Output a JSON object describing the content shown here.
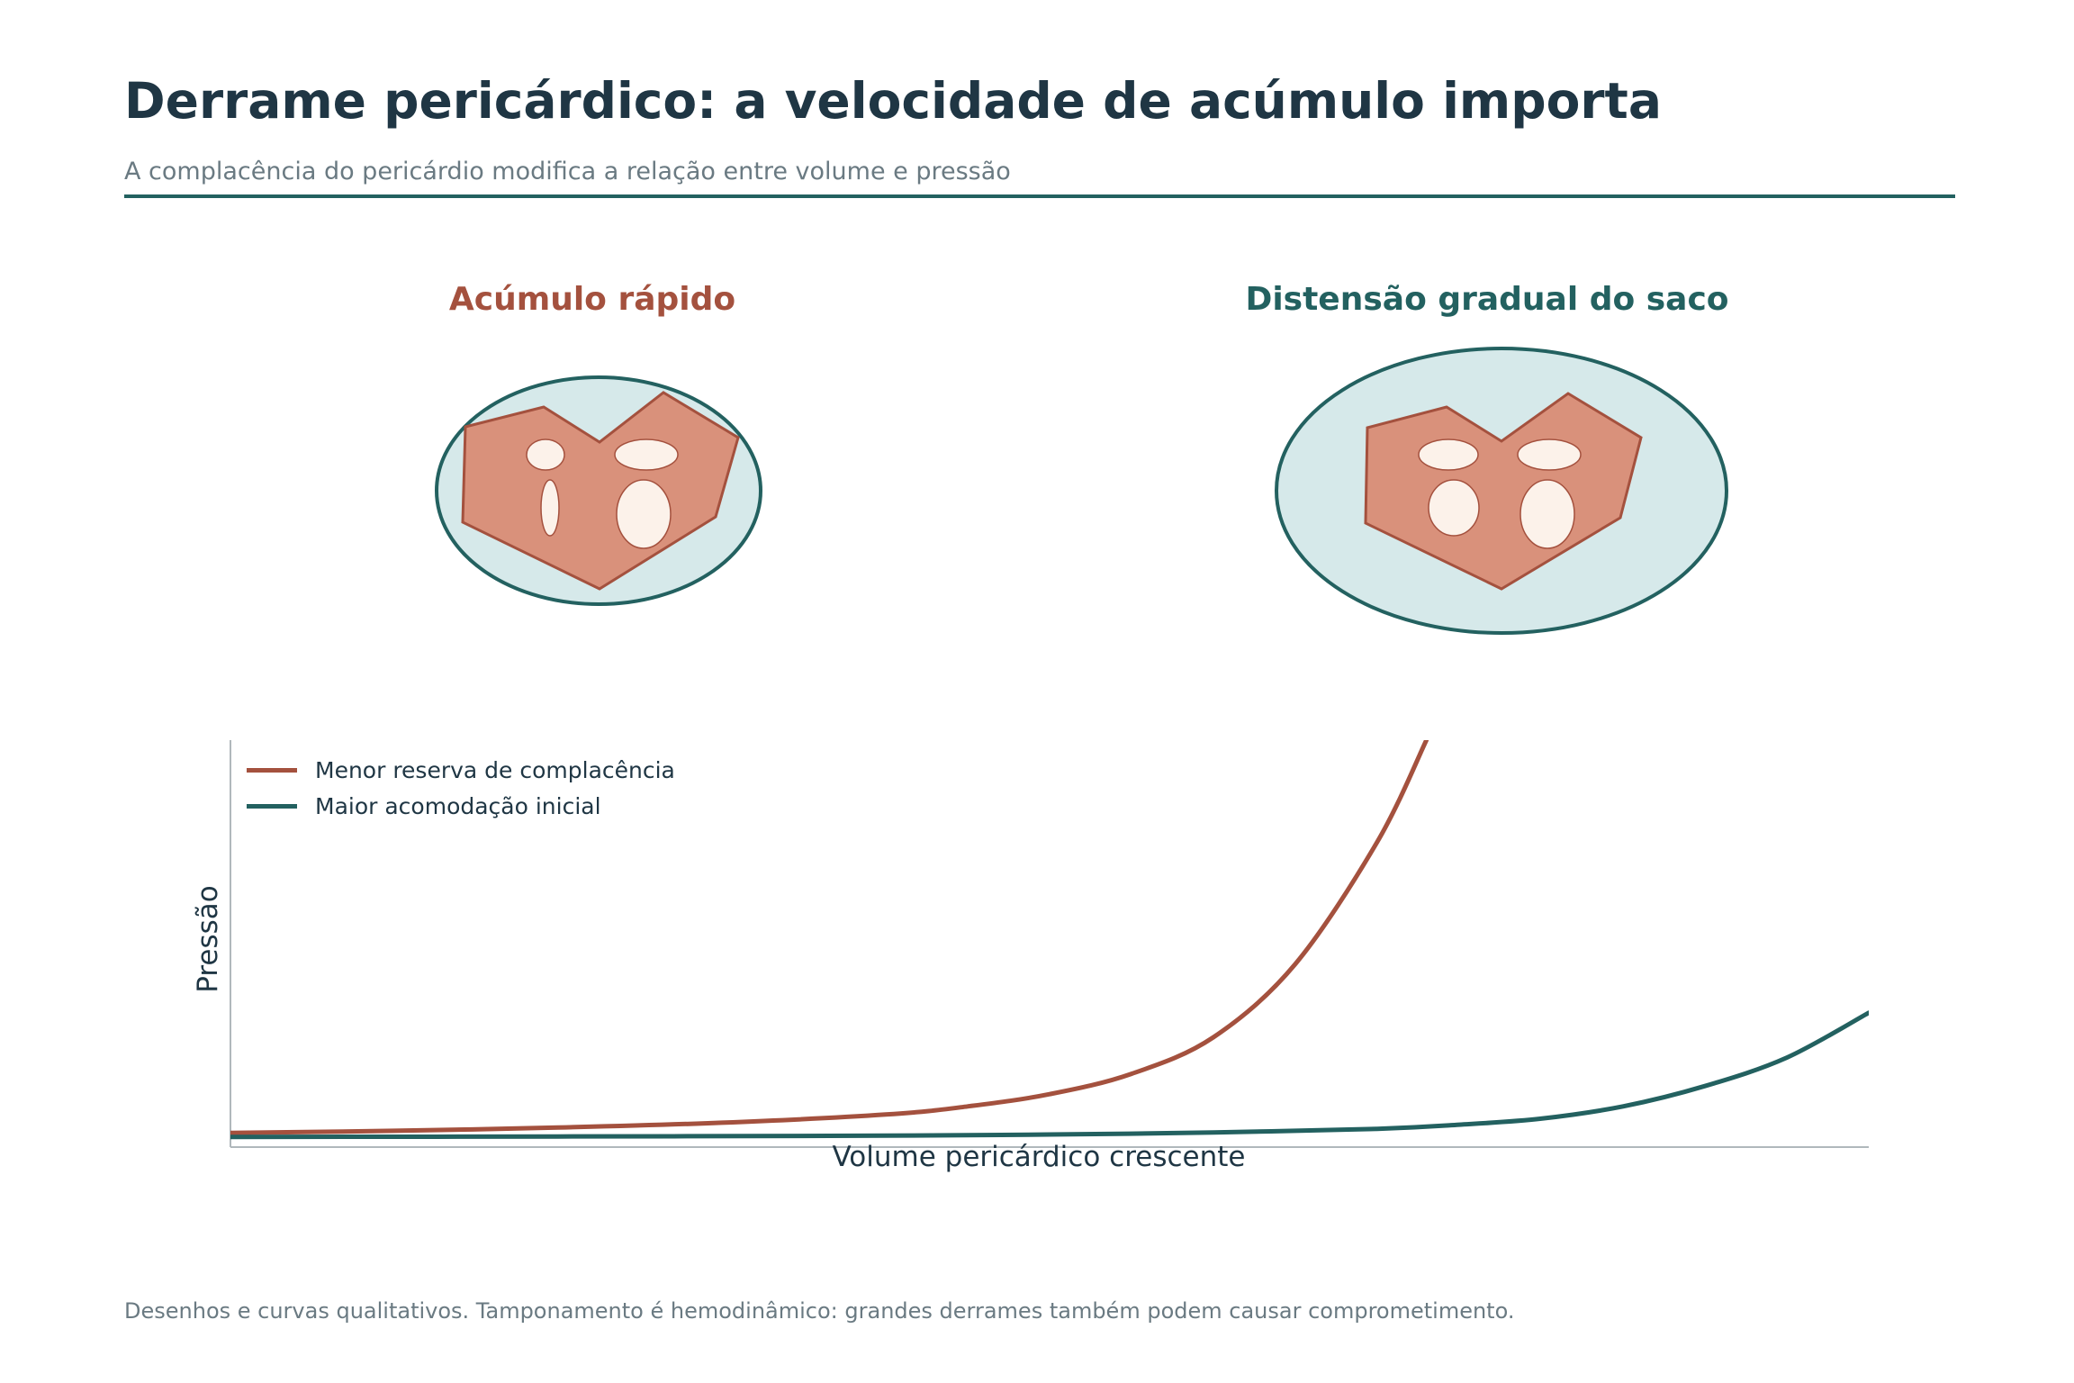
{
  "header": {
    "title": "Derrame pericárdico: a velocidade de acúmulo importa",
    "subtitle": "A complacência do pericárdio modifica a relação entre volume e pressão"
  },
  "panels": [
    {
      "title": "Acúmulo rápido",
      "color": "#a4513e",
      "icon": "heart-in-pericardium-tight-icon"
    },
    {
      "title": "Distensão gradual do saco",
      "color": "#236160",
      "icon": "heart-in-pericardium-distended-icon"
    }
  ],
  "colors": {
    "heart_fill": "#d9917b",
    "heart_stroke": "#a4513e",
    "chamber_fill": "#fcf2ea",
    "sac_fill": "#d6e9ea",
    "sac_stroke": "#236160",
    "axis": "#b0b8bc"
  },
  "chart_data": {
    "type": "line",
    "title": "",
    "xlabel": "Volume pericárdico crescente",
    "ylabel": "Pressão",
    "ticks": "none",
    "grid": false,
    "legend_position": "top-left",
    "xlim": [
      0,
      1
    ],
    "ylim": [
      0,
      1
    ],
    "series": [
      {
        "name": "Menor reserva de complacência",
        "color": "#a4513e",
        "x": [
          0,
          0.1,
          0.2,
          0.3,
          0.4,
          0.45,
          0.5,
          0.55,
          0.6,
          0.65,
          0.7,
          0.73
        ],
        "y": [
          0.035,
          0.04,
          0.048,
          0.06,
          0.08,
          0.1,
          0.13,
          0.18,
          0.27,
          0.45,
          0.75,
          1.0
        ]
      },
      {
        "name": "Maior acomodação inicial",
        "color": "#236160",
        "x": [
          0,
          0.2,
          0.4,
          0.5,
          0.6,
          0.7,
          0.75,
          0.8,
          0.85,
          0.9,
          0.95,
          1.0
        ],
        "y": [
          0.025,
          0.026,
          0.028,
          0.031,
          0.036,
          0.045,
          0.055,
          0.07,
          0.1,
          0.15,
          0.22,
          0.33
        ]
      }
    ]
  },
  "footnote": "Desenhos e curvas qualitativos. Tamponamento é hemodinâmico: grandes derrames também podem causar comprometimento."
}
